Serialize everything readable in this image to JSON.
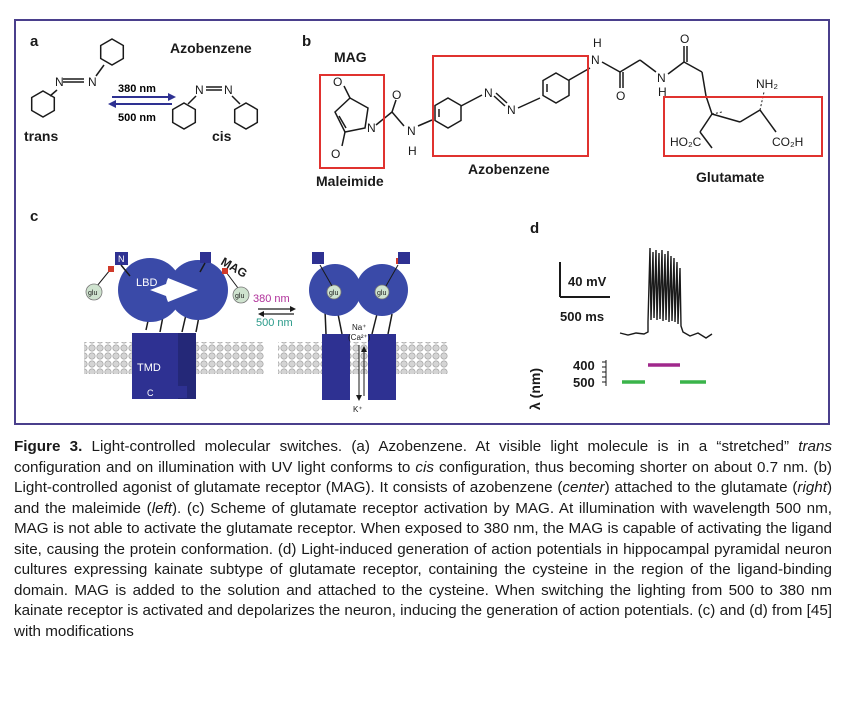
{
  "panels": {
    "a": {
      "letter": "a",
      "title": "Azobenzene",
      "forward_wavelength": "380 nm",
      "reverse_wavelength": "500 nm",
      "isomer_left": "trans",
      "isomer_right": "cis",
      "atom_n": "N"
    },
    "b": {
      "letter": "b",
      "mag_label": "MAG",
      "maleimide_label": "Maleimide",
      "azobenzene_label": "Azobenzene",
      "glutamate_label": "Glutamate",
      "atom_o": "O",
      "atom_n": "N",
      "atom_h": "H",
      "nh2": "NH₂",
      "ho2c": "HO₂C",
      "co2h": "CO₂H",
      "box_color": "#e0322f"
    },
    "c": {
      "letter": "c",
      "mag_label": "MAG",
      "lbd": "LBD",
      "tmd": "TMD",
      "n_term": "N",
      "c_term": "C",
      "glu": "glu",
      "forward_wavelength": "380 nm",
      "reverse_wavelength": "500 nm",
      "ion_in": "Na⁺",
      "ion_in2": "(Ca²⁺)",
      "ion_out": "K⁺",
      "color_380": "#b0309a",
      "color_500": "#2a9a8a",
      "receptor_color": "#2e3192"
    },
    "d": {
      "letter": "d",
      "scale_voltage": "40 mV",
      "scale_time": "500 ms",
      "y_axis": "λ (nm)",
      "tick_400": "400",
      "tick_500": "500",
      "color_380_bar": "#a0288c",
      "color_500_bar": "#3ab44a"
    }
  },
  "caption": {
    "label": "Figure 3.",
    "text_1": " Light-controlled molecular switches. (a) Azobenzene. At visible light molecule is in a “stretched” ",
    "trans": "trans",
    "text_2": " configuration and on illumination with UV light conforms to ",
    "cis": "cis",
    "text_3": " configuration, thus becoming shorter on about 0.7 nm. (b) Light-controlled agonist of glutamate receptor (MAG). It consists of azobenzene (",
    "center": "center",
    "text_4": ") attached to the glutamate (",
    "right": "right",
    "text_5": ") and the maleimide (",
    "left": "left",
    "text_6": "). (c) Scheme of glutamate receptor activation by MAG. At illumination with wavelength 500 nm, MAG is not able to activate the glutamate receptor. When exposed to 380 nm, the MAG is capable of activating the ligand site, causing the protein conformation. (d) Light-induced generation of action potentials in hippocampal pyramidal neuron cultures expressing kainate subtype of glutamate receptor, containing the cysteine in the region of the ligand-binding domain. MAG is added to the solution and attached to the cysteine. When switching the lighting from 500 to 380 nm kainate receptor is activated and depolarizes the neuron, inducing the generation of action potentials. (c) and (d) from [45] with modifications"
  }
}
